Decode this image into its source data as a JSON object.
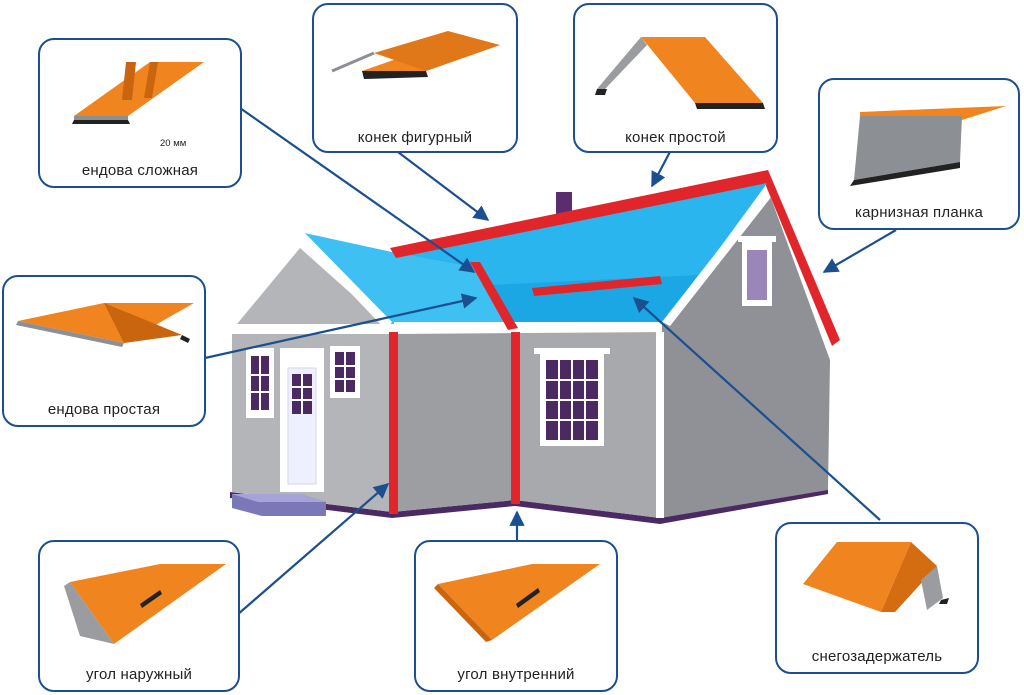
{
  "colors": {
    "frame": "#1b4f8f",
    "orange": "#f0841e",
    "orange_dark": "#c9650f",
    "ridge_red": "#e0262b",
    "roof_blue": "#1aa7e4",
    "wall_gray": "#a7a9ac"
  },
  "items": [
    {
      "label": "ендова сложная",
      "dimension": "20 мм"
    },
    {
      "label": "конек фигурный"
    },
    {
      "label": "конек простой"
    },
    {
      "label": "карнизная планка"
    },
    {
      "label": "ендова простая"
    },
    {
      "label": "угол наружный"
    },
    {
      "label": "угол внутренний"
    },
    {
      "label": "снегозадержатель"
    }
  ]
}
